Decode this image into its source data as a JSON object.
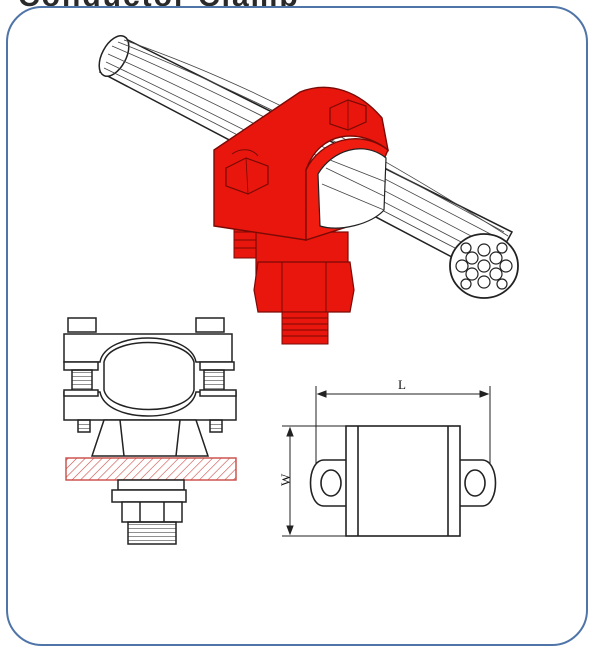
{
  "heading_partial": "Conductor Clamp",
  "dimensions": {
    "length_label": "L",
    "width_label": "W"
  },
  "colors": {
    "frame_border": "#4f74a8",
    "clamp_red": "#e8160c",
    "plate_hatch": "#e35a55",
    "line": "#222222"
  },
  "views": [
    "isometric-clamp-on-conductor",
    "front-elevation-with-plate",
    "top-plan-dimensions"
  ]
}
